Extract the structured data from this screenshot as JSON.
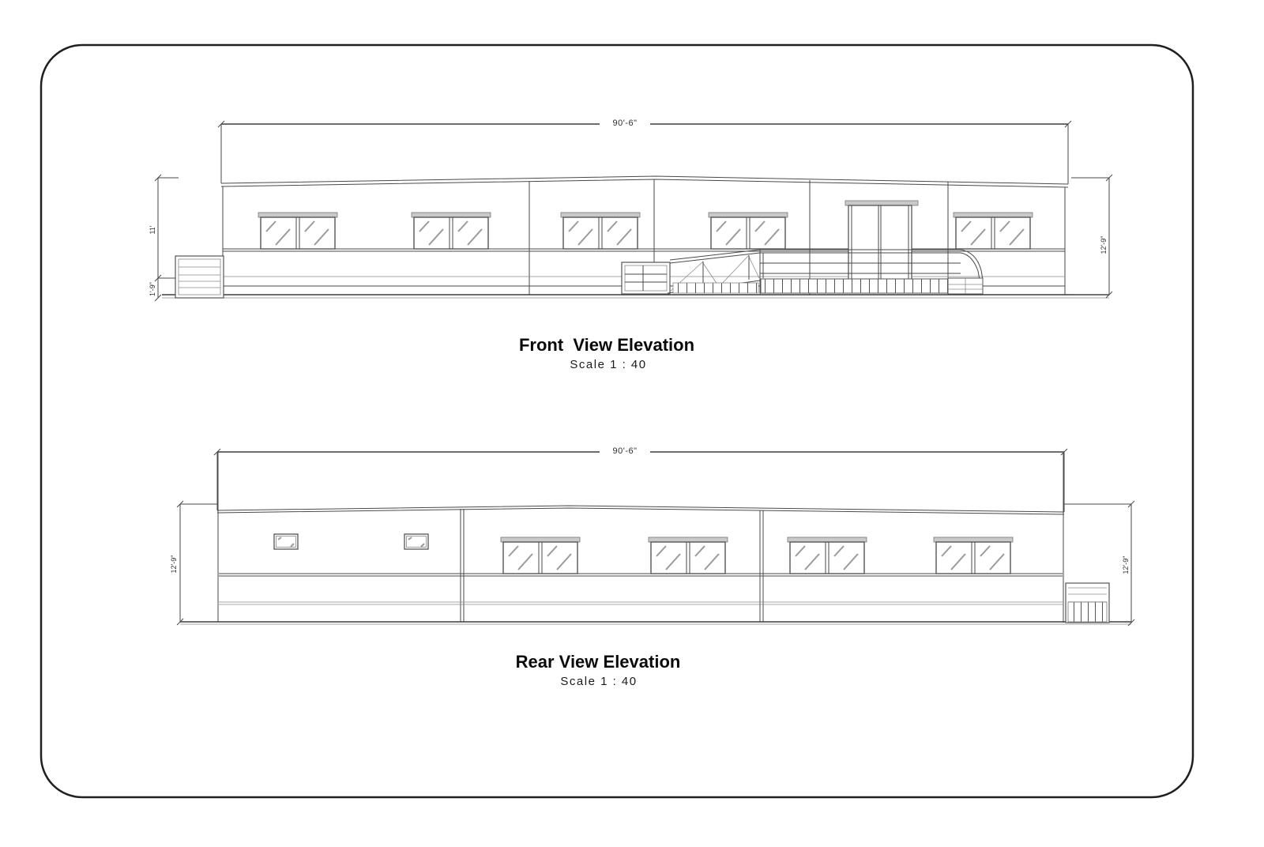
{
  "sheet": {
    "background": "#ffffff",
    "line_color": "#4a4a4a",
    "title_color": "#0a0a0a"
  },
  "front_view": {
    "title": "Front  View Elevation",
    "scale": "Scale 1 : 40",
    "dim_width": "90'-6\"",
    "dim_left_upper": "11'",
    "dim_left_lower": "1'-9\"",
    "dim_right": "12'-9\""
  },
  "rear_view": {
    "title": "Rear View Elevation",
    "scale": "Scale 1 : 40",
    "dim_width": "90'-6\"",
    "dim_left": "12'-9\"",
    "dim_right": "12'-9\""
  }
}
